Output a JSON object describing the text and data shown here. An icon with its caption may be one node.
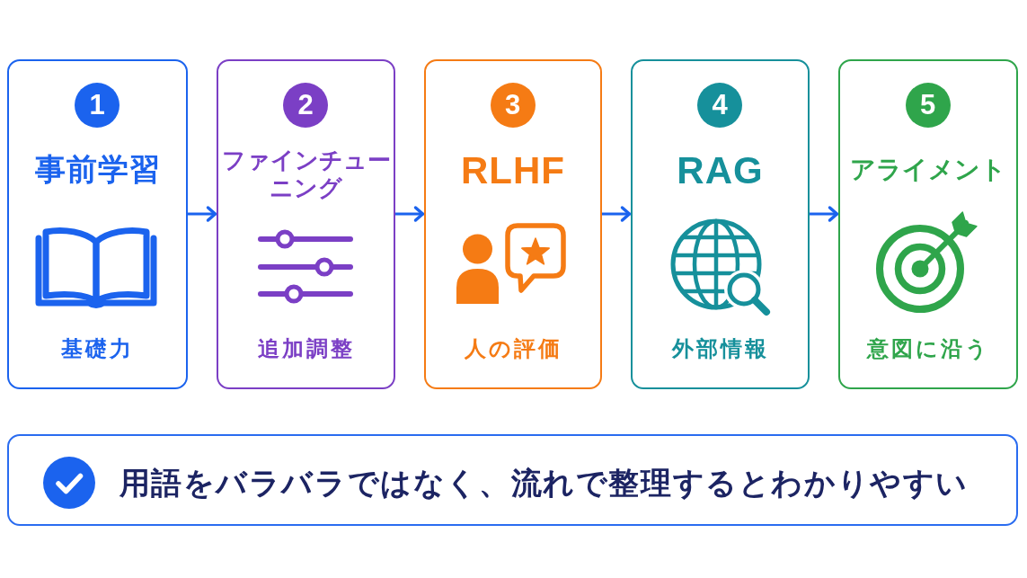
{
  "diagram": {
    "nodes": [
      {
        "text": [
          "事前学習",
          "基礎力"
        ]
      },
      {
        "text": [
          "1"
        ],
        "in": 0
      },
      {
        "text": [
          "ファインチューニング",
          "追加調整"
        ]
      },
      {
        "text": [
          "2"
        ],
        "in": 2
      },
      {
        "text": [
          "RLHF",
          "人の評価"
        ]
      },
      {
        "text": [
          "3"
        ],
        "in": 4
      },
      {
        "text": [
          "RAG",
          "外部情報"
        ]
      },
      {
        "text": [
          "4"
        ],
        "in": 6
      },
      {
        "text": [
          "アライメント",
          "意図に沿う"
        ]
      },
      {
        "text": [
          "5"
        ],
        "in": 8
      },
      {
        "text": [
          "用語をバラバラではなく、流れで整理するとわかりやすい"
        ]
      }
    ],
    "edges": [
      {
        "from": 0,
        "to": 2,
        "arrow": "to"
      },
      {
        "from": 2,
        "to": 4,
        "arrow": "to"
      },
      {
        "from": 4,
        "to": 6,
        "arrow": "to"
      },
      {
        "from": 6,
        "to": 8,
        "arrow": "to"
      }
    ]
  }
}
